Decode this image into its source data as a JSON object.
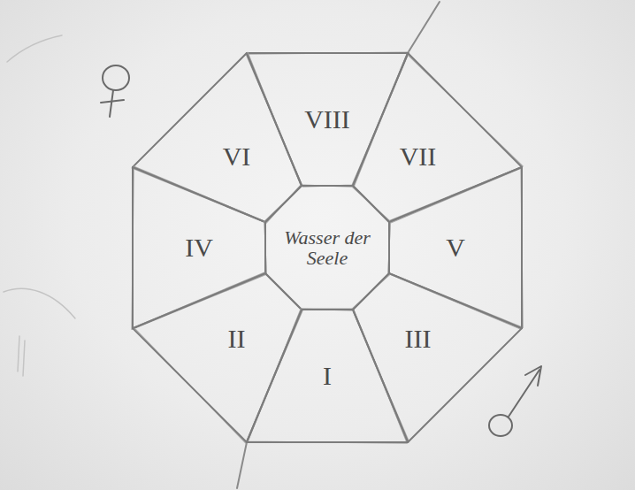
{
  "diagram": {
    "nodes": [
      {
        "text": [
          "VIII"
        ]
      },
      {
        "text": [
          "VI"
        ]
      },
      {
        "text": [
          "VII"
        ]
      },
      {
        "text": [
          "IV"
        ]
      },
      {
        "text": [
          "Wasser der Seele"
        ]
      },
      {
        "text": [
          "V"
        ]
      },
      {
        "text": [
          "II"
        ]
      },
      {
        "text": [
          "III"
        ]
      },
      {
        "text": [
          "I"
        ]
      }
    ]
  }
}
